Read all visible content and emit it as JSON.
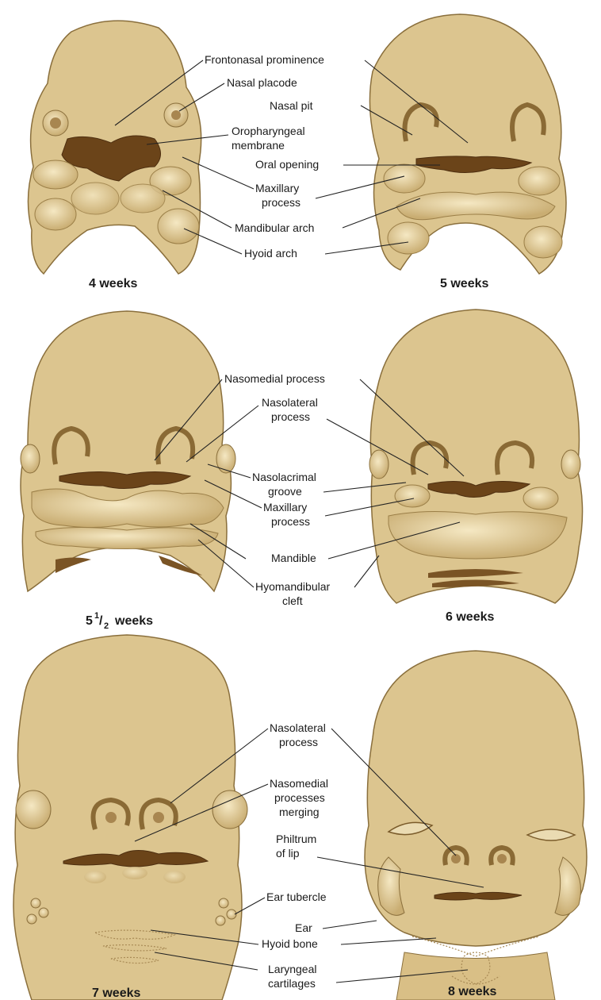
{
  "panels": {
    "p4": {
      "caption": "4 weeks",
      "labels": [
        "Frontonasal prominence",
        "Nasal placode",
        "Oropharyngeal",
        "membrane",
        "Maxillary",
        "process",
        "Mandibular arch",
        "Hyoid arch"
      ]
    },
    "p5": {
      "caption": "5 weeks",
      "labels": [
        "Nasal pit",
        "Oral opening"
      ]
    },
    "p55": {
      "caption_main": "5",
      "caption_sup": "1",
      "caption_sub": "2",
      "caption_rest": "weeks",
      "labels": [
        "Nasomedial process",
        "Nasolateral",
        "process",
        "Nasolacrimal",
        "groove",
        "Maxillary",
        "process",
        "Mandible",
        "Hyomandibular",
        "cleft"
      ]
    },
    "p6": {
      "caption": "6 weeks"
    },
    "p7": {
      "caption": "7 weeks",
      "labels": [
        "Nasolateral",
        "process",
        "Nasomedial",
        "processes",
        "merging",
        "Ear tubercle",
        "Hyoid bone",
        "Laryngeal",
        "cartilages"
      ]
    },
    "p8": {
      "caption": "8 weeks",
      "labels": [
        "Philtrum",
        "of lip",
        "Ear"
      ]
    }
  }
}
